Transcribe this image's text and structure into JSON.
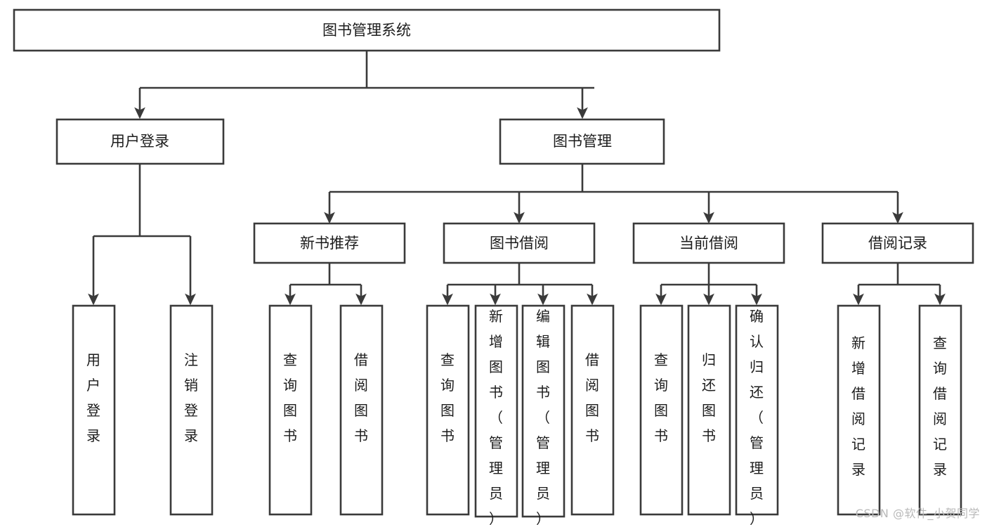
{
  "diagram": {
    "title": "图书管理系统",
    "type": "tree",
    "orientation": "top-down",
    "colors": {
      "stroke": "#3a3a3a",
      "fill": "#ffffff",
      "text": "#1c1c1c",
      "watermark": "#b9b9b9",
      "background": "#ffffff"
    },
    "nodes": {
      "root": {
        "label": "图书管理系统",
        "level": 1,
        "orientation": "horizontal"
      },
      "user_login": {
        "label": "用户登录",
        "level": 2,
        "orientation": "horizontal"
      },
      "book_manage": {
        "label": "图书管理",
        "level": 2,
        "orientation": "horizontal"
      },
      "new_book_rec": {
        "label": "新书推荐",
        "level": 3,
        "orientation": "horizontal"
      },
      "book_borrow": {
        "label": "图书借阅",
        "level": 3,
        "orientation": "horizontal"
      },
      "current_borrow": {
        "label": "当前借阅",
        "level": 3,
        "orientation": "horizontal"
      },
      "borrow_record": {
        "label": "借阅记录",
        "level": 3,
        "orientation": "horizontal"
      },
      "leaf_user_login": {
        "label": "用户登录",
        "level": 4,
        "orientation": "vertical"
      },
      "leaf_logout": {
        "label": "注销登录",
        "level": 4,
        "orientation": "vertical"
      },
      "leaf_query_book_1": {
        "label": "查询图书",
        "level": 4,
        "orientation": "vertical"
      },
      "leaf_borrow_book_1": {
        "label": "借阅图书",
        "level": 4,
        "orientation": "vertical"
      },
      "leaf_query_book_2": {
        "label": "查询图书",
        "level": 4,
        "orientation": "vertical"
      },
      "leaf_add_book": {
        "label": "新增图书（管理员）",
        "level": 4,
        "orientation": "vertical"
      },
      "leaf_edit_book": {
        "label": "编辑图书（管理员）",
        "level": 4,
        "orientation": "vertical"
      },
      "leaf_borrow_book_2": {
        "label": "借阅图书",
        "level": 4,
        "orientation": "vertical"
      },
      "leaf_query_book_3": {
        "label": "查询图书",
        "level": 4,
        "orientation": "vertical"
      },
      "leaf_return_book": {
        "label": "归还图书",
        "level": 4,
        "orientation": "vertical"
      },
      "leaf_confirm_return": {
        "label": "确认归还（管理员）",
        "level": 4,
        "orientation": "vertical"
      },
      "leaf_add_record": {
        "label": "新增借阅记录",
        "level": 4,
        "orientation": "vertical"
      },
      "leaf_query_record": {
        "label": "查询借阅记录",
        "level": 4,
        "orientation": "vertical"
      }
    },
    "edges": [
      {
        "from": "root",
        "to": "user_login"
      },
      {
        "from": "root",
        "to": "book_manage"
      },
      {
        "from": "user_login",
        "to": "leaf_user_login"
      },
      {
        "from": "user_login",
        "to": "leaf_logout"
      },
      {
        "from": "book_manage",
        "to": "new_book_rec"
      },
      {
        "from": "book_manage",
        "to": "book_borrow"
      },
      {
        "from": "book_manage",
        "to": "current_borrow"
      },
      {
        "from": "book_manage",
        "to": "borrow_record"
      },
      {
        "from": "new_book_rec",
        "to": "leaf_query_book_1"
      },
      {
        "from": "new_book_rec",
        "to": "leaf_borrow_book_1"
      },
      {
        "from": "book_borrow",
        "to": "leaf_query_book_2"
      },
      {
        "from": "book_borrow",
        "to": "leaf_add_book"
      },
      {
        "from": "book_borrow",
        "to": "leaf_edit_book"
      },
      {
        "from": "book_borrow",
        "to": "leaf_borrow_book_2"
      },
      {
        "from": "current_borrow",
        "to": "leaf_query_book_3"
      },
      {
        "from": "current_borrow",
        "to": "leaf_return_book"
      },
      {
        "from": "current_borrow",
        "to": "leaf_confirm_return"
      },
      {
        "from": "borrow_record",
        "to": "leaf_add_record"
      },
      {
        "from": "borrow_record",
        "to": "leaf_query_record"
      }
    ]
  },
  "watermark": {
    "text": "CSDN @软件_小贺同学"
  }
}
